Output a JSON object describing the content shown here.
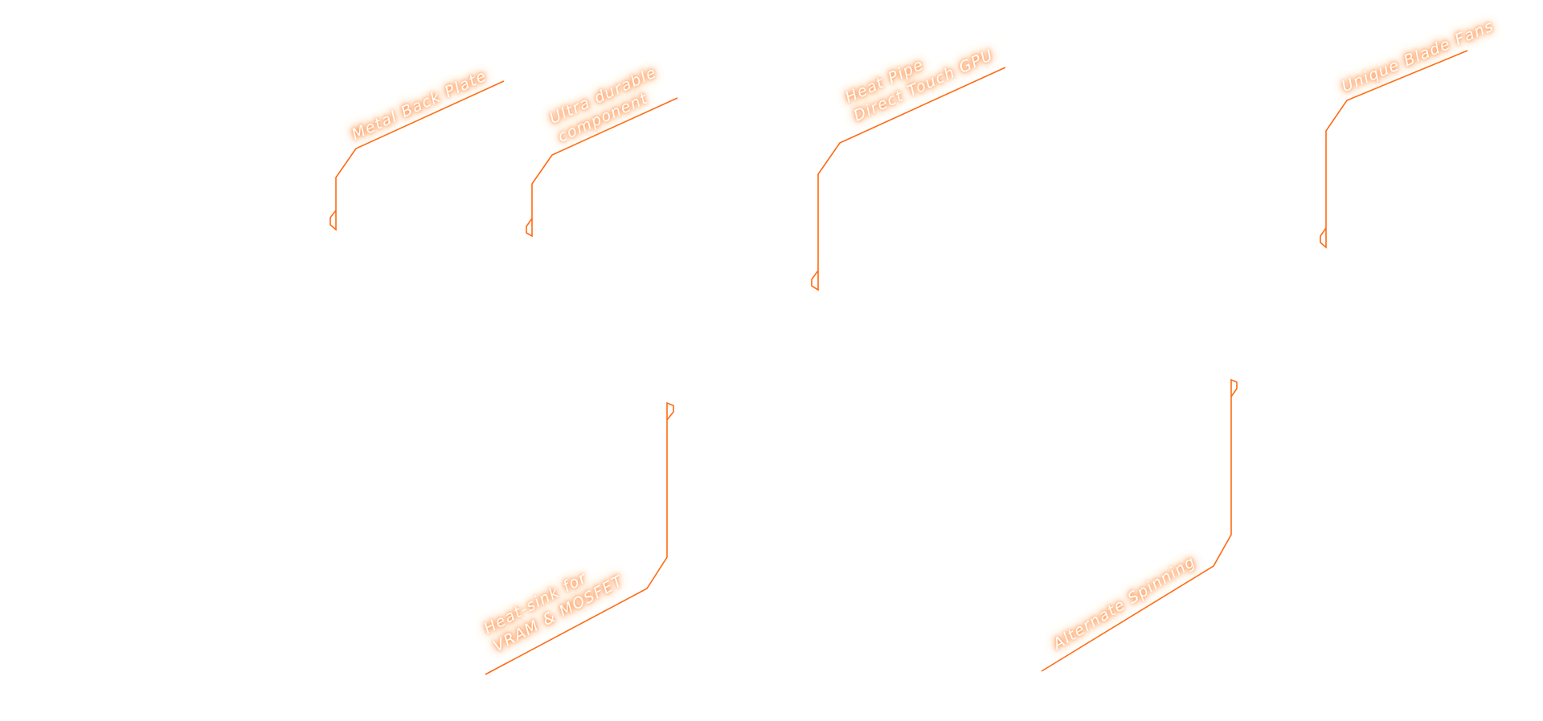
{
  "accent_color": "#ff6a13",
  "callouts": {
    "metal_back_plate": {
      "lines": [
        "Metal Back Plate"
      ]
    },
    "ultra_durable": {
      "lines": [
        "Ultra durable",
        "component"
      ]
    },
    "heat_pipe": {
      "lines": [
        "Heat Pipe",
        "Direct Touch GPU"
      ]
    },
    "unique_blade_fans": {
      "lines": [
        "Unique Blade Fans"
      ]
    },
    "heat_sink": {
      "lines": [
        "Heat-sink for",
        "VRAM & MOSFET"
      ]
    },
    "alternate_spinning": {
      "lines": [
        "Alternate Spinning"
      ]
    }
  }
}
